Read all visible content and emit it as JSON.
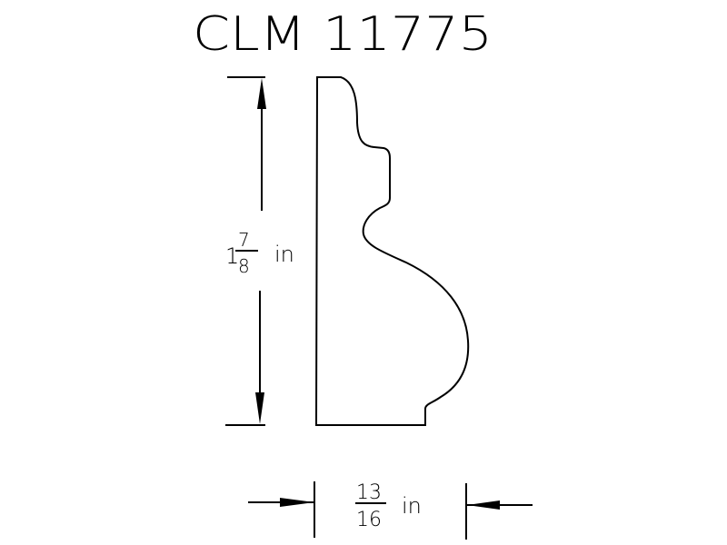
{
  "title": "CLM 11775",
  "height_dimension": {
    "whole": "1",
    "numerator": "7",
    "denominator": "8",
    "unit": "in"
  },
  "width_dimension": {
    "numerator": "13",
    "denominator": "16",
    "unit": "in"
  },
  "colors": {
    "line": "#000000",
    "background": "#ffffff"
  }
}
